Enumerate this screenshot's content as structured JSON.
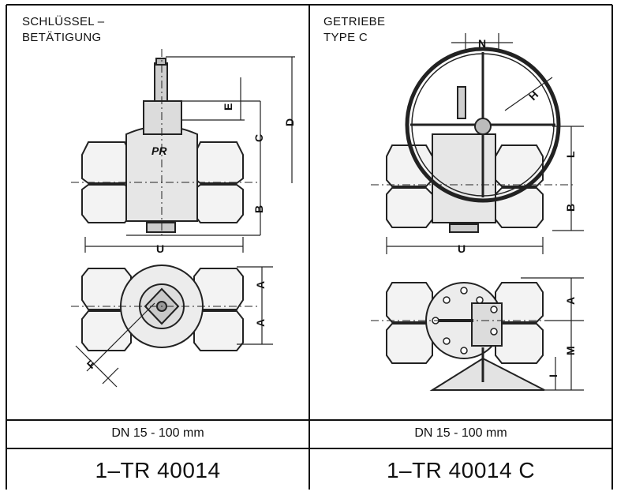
{
  "panels": [
    {
      "heading_line1": "SCHLÜSSEL –",
      "heading_line2": "BETÄTIGUNG",
      "size_range": "DN 15 - 100 mm",
      "type_code": "1–TR 40014"
    },
    {
      "heading_line1": "GETRIEBE",
      "heading_line2": "TYPE C",
      "size_range": "DN 15 - 100 mm",
      "type_code": "1–TR 40014 C"
    }
  ],
  "dimension_labels": {
    "left": {
      "E": "E",
      "D": "D",
      "C": "C",
      "B": "B",
      "U": "U",
      "A1": "A",
      "A2": "A",
      "F": "F"
    },
    "right": {
      "N": "N",
      "H": "H",
      "L": "L",
      "B": "B",
      "U": "U",
      "A": "A",
      "M": "M",
      "I": "I"
    }
  },
  "logo_text": "PR"
}
